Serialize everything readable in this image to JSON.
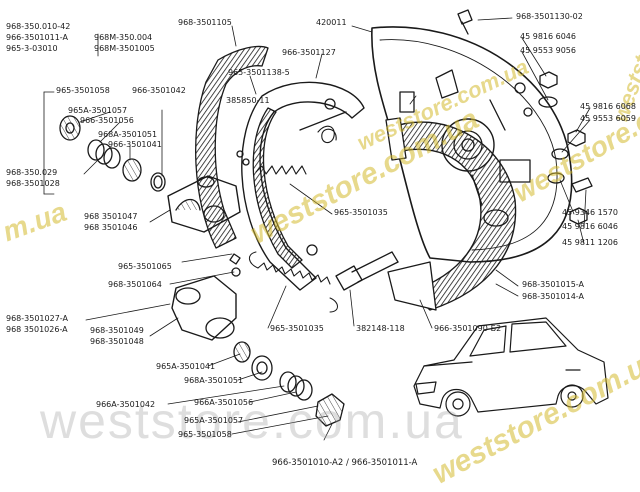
{
  "colors": {
    "ink": "#1a1a1a",
    "watermark_gold": "#d4ba2d",
    "watermark_grey": "#a0a0a0"
  },
  "labels": {
    "l_968_3501010_42": "968-350.010-42",
    "l_966_3501011_a": "966-3501011-A",
    "l_965_3_03010": "965-3-03010",
    "l_968m_3501004": "968M-350.004",
    "l_968m_3501005": "968M-3501005",
    "l_968_3501105": "968-3501105",
    "l_965_3501058_top": "965-3501058",
    "l_965a_3501057_top": "965A-3501057",
    "l_966_3501056": "966-3501056",
    "l_968a_3501051": "968A-3501051",
    "l_966_3501041": "966-3501041",
    "l_966_3501042": "966-3501042",
    "l_968_3501029": "968-350.029",
    "l_968_3501028": "968-3501028",
    "l_968_3501047": "968 3501047",
    "l_968_3501046": "968 3501046",
    "l_965_3501138_5": "965-3501138-5",
    "l_385850_11": "385850-11",
    "l_966_3501127": "966-3501127",
    "l_420011": "420011",
    "l_968_3501130_02": "968-3501130-02",
    "l_45_9816_6046_a": "45 9816 6046",
    "l_45_9553_9056": "45 9553 9056",
    "l_45_9816_6068": "45 9816 6068",
    "l_45_9553_6059": "45 9553 6059",
    "l_45_9346_1570": "45 9346 1570",
    "l_45_9816_6046_b": "45 9816 6046",
    "l_45_9811_1206": "45 9811 1206",
    "l_965_3501035_mid": "965-3501035",
    "l_965_3501065": "965-3501065",
    "l_968_3501064": "968-3501064",
    "l_968_3501027_a": "968-3501027-A",
    "l_968_3501026_a": "968 3501026-A",
    "l_968_3501049": "968-3501049",
    "l_968_3501048": "968-3501048",
    "l_965_3501035_low": "965-3501035",
    "l_382148_118": "382148-118",
    "l_966_3501090_b2": "966-3501090-Б2",
    "l_968_3501015_a": "968-3501015-A",
    "l_968_3501014_a": "968-3501014-A",
    "l_965a_3501041": "965A-3501041",
    "l_968a_3501051_low": "968A-3501051",
    "l_966a_3501042": "966A-3501042",
    "l_966a_3501056": "966A-3501056",
    "l_965a_3501057_low": "965A-3501057",
    "l_965_3501058_low": "965-3501058",
    "l_bottom": "966-3501010-A2 / 966-3501011-A"
  },
  "watermarks": {
    "gold_1": "weststore.com.ua",
    "gold_2": "weststore.com.ua",
    "gold_3": "weststore.com.ua",
    "gold_4": "m.ua",
    "gold_5": "weststore",
    "gold_6": "weststore.com.ua",
    "grey": "weststore.com.ua"
  }
}
